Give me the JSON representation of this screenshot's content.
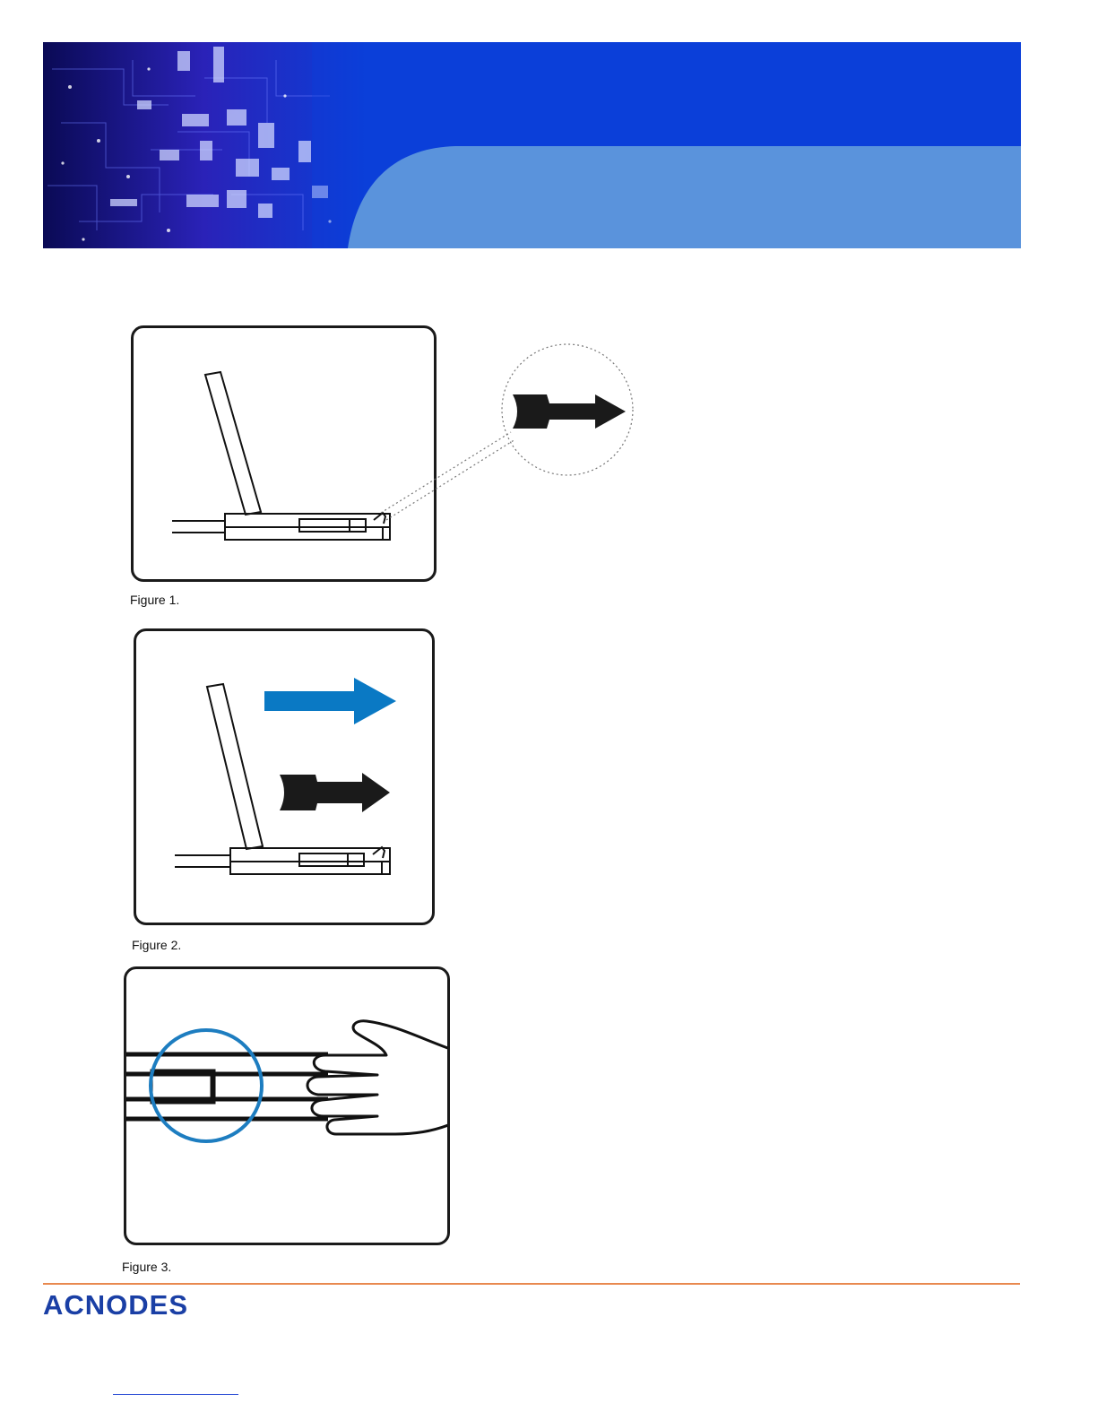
{
  "header": {
    "brand_blue": "#0b3fd9",
    "light_blue": "#5a93dc",
    "circuit_navy": "#10106e"
  },
  "figures": [
    {
      "caption": "Figure 1.",
      "icon": "rail-cross-section-diagram"
    },
    {
      "caption": "Figure 2.",
      "icon": "rail-pull-out-diagram",
      "arrow_color": "#0a79c4"
    },
    {
      "caption": "Figure 3.",
      "icon": "hand-push-rail-diagram",
      "highlight_color": "#1d7dc0"
    }
  ],
  "callout": {
    "icon": "release-tab-arrow-icon"
  },
  "footer": {
    "brand": "ACNODES",
    "rule_color": "#e8894f",
    "logo_color": "#1a3fa5"
  }
}
